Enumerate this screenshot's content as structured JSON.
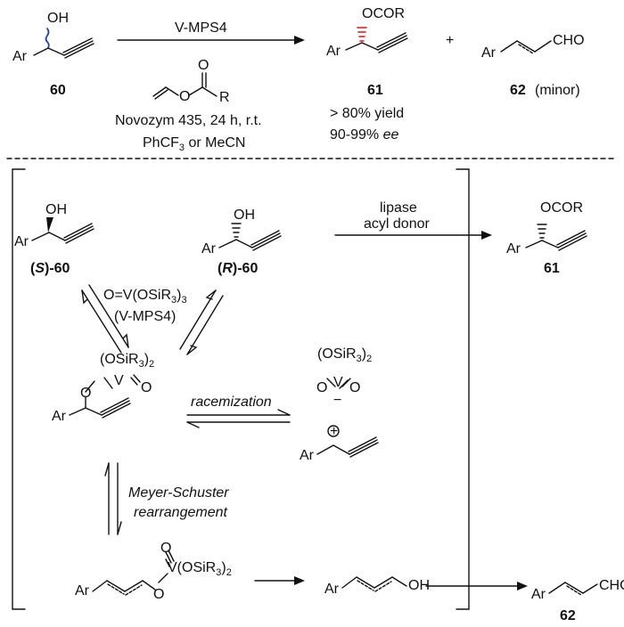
{
  "top": {
    "reactant_label": "60",
    "reactant_oh": "OH",
    "ar": "Ar",
    "arrow_above": "V-MPS4",
    "acyl_r": "R",
    "acyl_o1": "O",
    "acyl_o2": "O",
    "cond1": "Novozym 435, 24 h, r.t.",
    "cond2_a": "PhCF",
    "cond2_sub": "3",
    "cond2_b": " or MeCN",
    "product_ocor": "OCOR",
    "product_label": "61",
    "yield": "> 80% yield",
    "ee_num": "90-99% ",
    "ee_word": "ee",
    "plus": "+",
    "byproduct_cho": "CHO",
    "byproduct_label": "62",
    "byproduct_note": "(minor)"
  },
  "mech": {
    "s_oh": "OH",
    "s_label_open": "(",
    "s_label_letter": "S",
    "s_label_close": ")-60",
    "r_oh": "OH",
    "r_label_open": "(",
    "r_label_letter": "R",
    "r_label_close": ")-60",
    "vcat_a": "O=V(OSiR",
    "vcat_sub": "3",
    "vcat_b": ")",
    "vcat_sub2": "3",
    "vcat_name": "(V-MPS4)",
    "lipase1": "lipase",
    "lipase2": "acyl donor",
    "p61_ocor": "OCOR",
    "p61_label": "61",
    "vester_a": "(OSiR",
    "vester_sub": "3",
    "vester_b": ")",
    "vester_sub2": "2",
    "v": "V",
    "o": "O",
    "racemization": "racemization",
    "vanion_a": "(OSiR",
    "vanion_sub": "3",
    "vanion_b": ")",
    "vanion_sub2": "2",
    "minus": "−",
    "plus_charge": "+",
    "ms1": "Meyer-Schuster",
    "ms2": "rearrangement",
    "allenyl_a": "V(OSiR",
    "allenyl_sub": "3",
    "allenyl_b": ")",
    "allenyl_sub2": "2",
    "oh": "OH",
    "cho": "CHO",
    "final_label": "62"
  }
}
